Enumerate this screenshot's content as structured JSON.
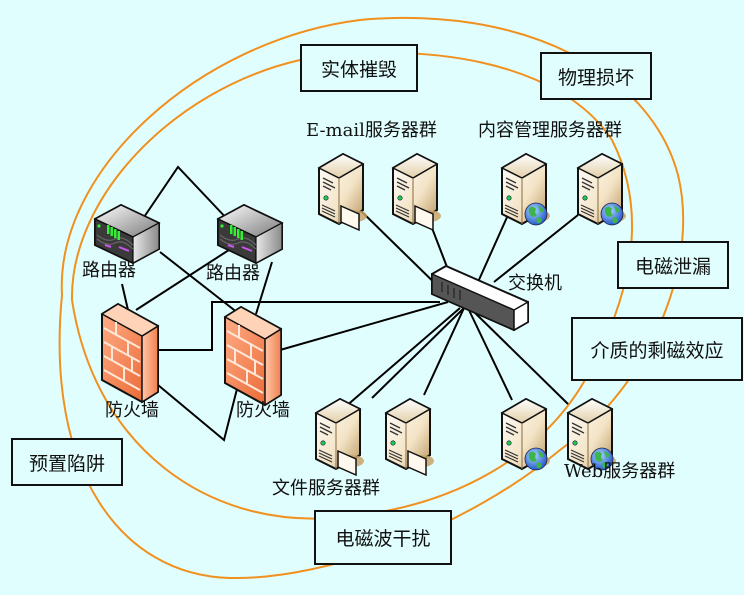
{
  "diagram": {
    "title": "",
    "colors": {
      "background": "#E1FEFE",
      "threat_ring": "#F0901E",
      "link": "#000000",
      "firewall": "#F07840",
      "server": "#F5E8C8",
      "router": "#9A9A9A"
    },
    "threats": [
      {
        "id": "physical-destruction",
        "label": "实体摧毁"
      },
      {
        "id": "physical-damage",
        "label": "物理损坏"
      },
      {
        "id": "em-leakage",
        "label": "电磁泄漏"
      },
      {
        "id": "media-remanence",
        "label": "介质的剩磁效应"
      },
      {
        "id": "preset-trap",
        "label": "预置陷阱"
      },
      {
        "id": "em-interference",
        "label": "电磁波干扰"
      }
    ],
    "nodes": {
      "routers": [
        {
          "label": "路由器"
        },
        {
          "label": "路由器"
        }
      ],
      "firewalls": [
        {
          "label": "防火墙"
        },
        {
          "label": "防火墙"
        }
      ],
      "switch": {
        "label": "交换机"
      },
      "server_groups": [
        {
          "id": "email",
          "label": "E-mail服务器群",
          "count": 2,
          "type": "mail"
        },
        {
          "id": "cms",
          "label": "内容管理服务器群",
          "count": 2,
          "type": "web"
        },
        {
          "id": "file",
          "label": "文件服务器群",
          "count": 2,
          "type": "mail"
        },
        {
          "id": "web",
          "label": "Web服务器群",
          "count": 2,
          "type": "web"
        }
      ]
    }
  }
}
